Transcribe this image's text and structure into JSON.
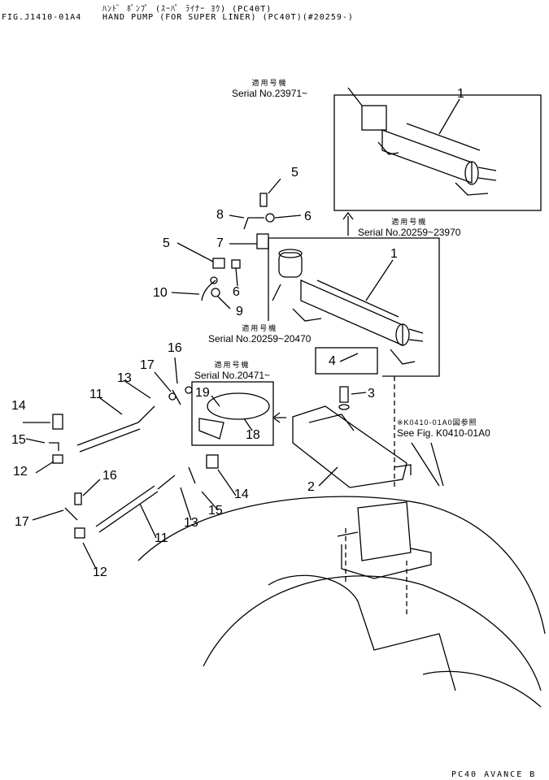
{
  "header": {
    "line1": "ﾊﾝﾄﾞ ﾎﾟﾝﾌﾟ (ｽｰﾊﾟ ﾗｲﾅｰ ﾖｳ) (PC40T)",
    "fig_no": "FIG.J1410-01A4",
    "title": "HAND PUMP (FOR SUPER LINER) (PC40T)(#20259-)"
  },
  "serials": {
    "s1": {
      "jp": "適用号機",
      "text": "Serial No.23971~"
    },
    "s2": {
      "jp": "適用号機",
      "text": "Serial No.20259~23970"
    },
    "s3": {
      "jp": "適用号機",
      "text": "Serial No.20259~20470"
    },
    "s4": {
      "jp": "適用号機",
      "text": "Serial No.20471~"
    }
  },
  "reference": {
    "jp": "※K0410-01A0図参照",
    "text": "See Fig. K0410-01A0"
  },
  "callouts": [
    "1",
    "1",
    "2",
    "3",
    "4",
    "5",
    "6",
    "5",
    "6",
    "7",
    "8",
    "9",
    "10",
    "11",
    "11",
    "12",
    "12",
    "13",
    "13",
    "14",
    "14",
    "15",
    "15",
    "16",
    "16",
    "17",
    "17",
    "18",
    "19"
  ],
  "footer": "PC40 AVANCE B"
}
